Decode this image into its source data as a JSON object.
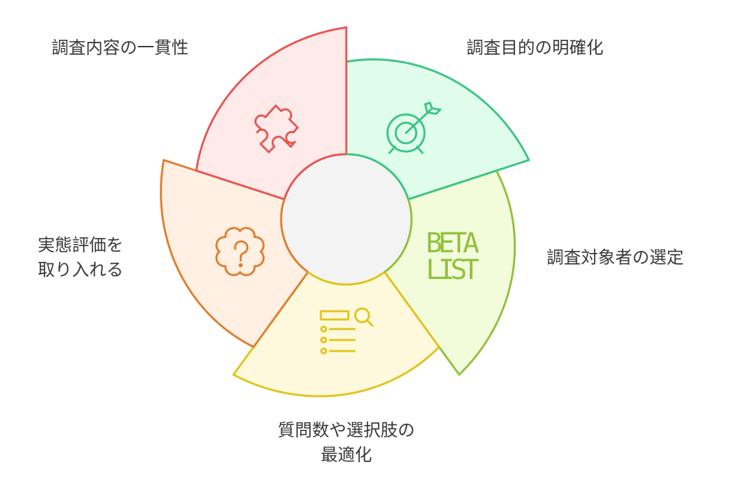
{
  "diagram": {
    "center_color": "#f3f3f3",
    "segments": [
      {
        "id": "purpose",
        "label": "調査目的の明確化",
        "icon": "target-icon",
        "stroke": "#3cc583",
        "fill": "#e0fdec"
      },
      {
        "id": "audience",
        "label": "調査対象者の選定",
        "icon": "beta-list-icon",
        "icon_text": [
          "BETA",
          "LIST"
        ],
        "stroke": "#93c13e",
        "fill": "#f2fcdb"
      },
      {
        "id": "questions",
        "label_lines": [
          "質問数や選択肢の",
          "最適化"
        ],
        "icon": "list-search-icon",
        "stroke": "#e0c51c",
        "fill": "#fef9dc"
      },
      {
        "id": "feedback",
        "label_lines": [
          "実態評価を",
          "取り入れる"
        ],
        "icon": "question-cloud-icon",
        "stroke": "#e07f2f",
        "fill": "#fff0e3"
      },
      {
        "id": "consistency",
        "label": "調査内容の一貫性",
        "icon": "puzzle-icon",
        "stroke": "#e55753",
        "fill": "#ffeaea"
      }
    ]
  }
}
